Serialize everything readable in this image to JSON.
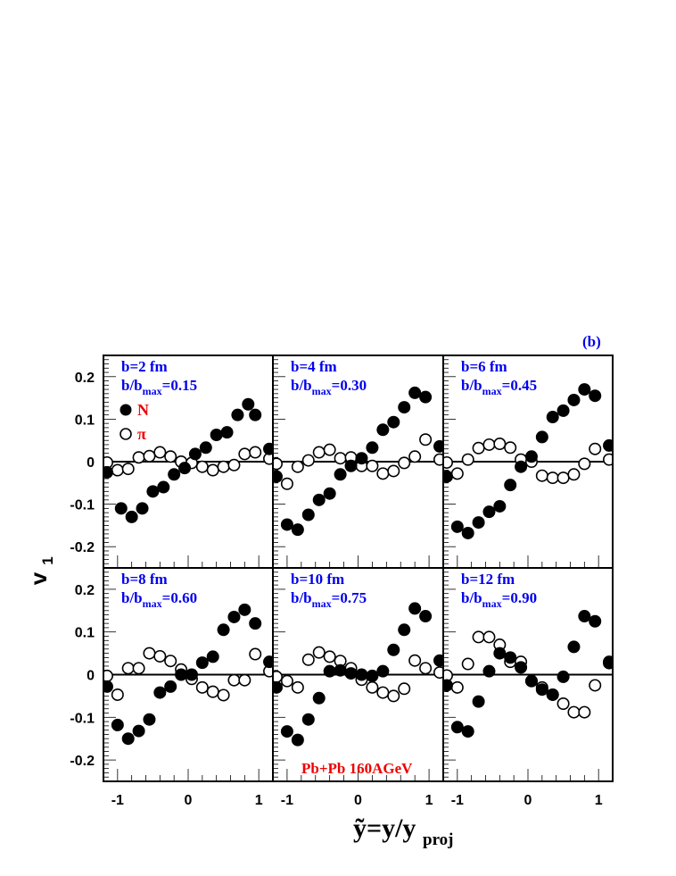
{
  "figure": {
    "panel_tag": "(b)",
    "ylabel": "v",
    "ylabel_sub": "1",
    "xlabel_main": "ỹ=y/y",
    "xlabel_sub": "proj",
    "system_label": "Pb+Pb 160AGeV",
    "legend": [
      {
        "marker": "filled-circle",
        "label": "N"
      },
      {
        "marker": "open-circle",
        "label": "π"
      }
    ],
    "colors": {
      "panel_text": "#0000ee",
      "legend_text": "#ee0000",
      "system_text": "#ee0000",
      "markers": "#000000"
    }
  },
  "chart_data": {
    "type": "scatter",
    "title": "",
    "xlabel": "ỹ = y/y_proj",
    "ylabel": "v_1",
    "xlim": [
      -1.2,
      1.2
    ],
    "ylim": [
      -0.25,
      0.25
    ],
    "x_ticks": [
      -1,
      0,
      1
    ],
    "y_ticks": [
      -0.2,
      -0.1,
      0,
      0.1,
      0.2
    ],
    "grid": false,
    "zero_line": true,
    "layout": "2x3 panels, shared axes",
    "annotations": [
      "(b)",
      "Pb+Pb 160AGeV"
    ],
    "panels": [
      {
        "label": "b=2 fm",
        "ratio_label": "b/b",
        "ratio_sub": "max",
        "ratio_value": "=0.15",
        "series": [
          {
            "name": "N",
            "marker": "filled",
            "x": [
              -1.15,
              -0.95,
              -0.8,
              -0.65,
              -0.5,
              -0.35,
              -0.2,
              -0.05,
              0.1,
              0.25,
              0.4,
              0.55,
              0.7,
              0.85,
              0.95,
              1.15
            ],
            "y": [
              -0.025,
              -0.11,
              -0.13,
              -0.11,
              -0.07,
              -0.06,
              -0.03,
              -0.015,
              0.018,
              0.033,
              0.063,
              0.069,
              0.11,
              0.135,
              0.11,
              0.03
            ]
          },
          {
            "name": "π",
            "marker": "open",
            "x": [
              -1.15,
              -1.0,
              -0.85,
              -0.7,
              -0.55,
              -0.4,
              -0.25,
              -0.1,
              0.05,
              0.2,
              0.35,
              0.5,
              0.65,
              0.8,
              0.95,
              1.15
            ],
            "y": [
              -0.002,
              -0.02,
              -0.017,
              0.01,
              0.013,
              0.022,
              0.012,
              0.0,
              -0.003,
              -0.012,
              -0.02,
              -0.012,
              -0.008,
              0.018,
              0.022,
              0.007
            ]
          }
        ]
      },
      {
        "label": "b=4 fm",
        "ratio_label": "b/b",
        "ratio_sub": "max",
        "ratio_value": "=0.30",
        "series": [
          {
            "name": "N",
            "marker": "filled",
            "x": [
              -1.15,
              -1.0,
              -0.85,
              -0.7,
              -0.55,
              -0.4,
              -0.25,
              -0.1,
              0.05,
              0.2,
              0.35,
              0.5,
              0.65,
              0.8,
              0.95,
              1.15
            ],
            "y": [
              -0.035,
              -0.148,
              -0.16,
              -0.125,
              -0.09,
              -0.075,
              -0.03,
              -0.01,
              0.008,
              0.033,
              0.075,
              0.093,
              0.128,
              0.162,
              0.152,
              0.036
            ]
          },
          {
            "name": "π",
            "marker": "open",
            "x": [
              -1.15,
              -1.0,
              -0.85,
              -0.7,
              -0.55,
              -0.4,
              -0.25,
              -0.1,
              0.05,
              0.2,
              0.35,
              0.5,
              0.65,
              0.8,
              0.95,
              1.15
            ],
            "y": [
              -0.005,
              -0.052,
              -0.012,
              0.003,
              0.022,
              0.028,
              0.008,
              0.01,
              -0.01,
              -0.01,
              -0.028,
              -0.022,
              -0.003,
              0.012,
              0.052,
              0.005
            ]
          }
        ]
      },
      {
        "label": "b=6 fm",
        "ratio_label": "b/b",
        "ratio_sub": "max",
        "ratio_value": "=0.45",
        "series": [
          {
            "name": "N",
            "marker": "filled",
            "x": [
              -1.15,
              -1.0,
              -0.85,
              -0.7,
              -0.55,
              -0.4,
              -0.25,
              -0.1,
              0.05,
              0.2,
              0.35,
              0.5,
              0.65,
              0.8,
              0.95,
              1.15
            ],
            "y": [
              -0.035,
              -0.153,
              -0.168,
              -0.143,
              -0.118,
              -0.105,
              -0.055,
              -0.012,
              0.012,
              0.058,
              0.105,
              0.12,
              0.145,
              0.17,
              0.155,
              0.038
            ]
          },
          {
            "name": "π",
            "marker": "open",
            "x": [
              -1.15,
              -1.0,
              -0.85,
              -0.7,
              -0.55,
              -0.4,
              -0.25,
              -0.1,
              0.05,
              0.2,
              0.35,
              0.5,
              0.65,
              0.8,
              0.95,
              1.15
            ],
            "y": [
              -0.002,
              -0.028,
              0.005,
              0.032,
              0.04,
              0.042,
              0.033,
              0.005,
              0.0,
              -0.033,
              -0.038,
              -0.038,
              -0.03,
              -0.005,
              0.03,
              0.005
            ]
          }
        ]
      },
      {
        "label": "b=8 fm",
        "ratio_label": "b/b",
        "ratio_sub": "max",
        "ratio_value": "=0.60",
        "series": [
          {
            "name": "N",
            "marker": "filled",
            "x": [
              -1.15,
              -1.0,
              -0.85,
              -0.7,
              -0.55,
              -0.4,
              -0.25,
              -0.1,
              0.05,
              0.2,
              0.35,
              0.5,
              0.65,
              0.8,
              0.95,
              1.15
            ],
            "y": [
              -0.028,
              -0.118,
              -0.15,
              -0.132,
              -0.105,
              -0.042,
              -0.028,
              0.0,
              0.0,
              0.028,
              0.042,
              0.105,
              0.135,
              0.152,
              0.12,
              0.03
            ]
          },
          {
            "name": "π",
            "marker": "open",
            "x": [
              -1.15,
              -1.0,
              -0.85,
              -0.7,
              -0.55,
              -0.4,
              -0.25,
              -0.1,
              0.05,
              0.2,
              0.35,
              0.5,
              0.65,
              0.8,
              0.95,
              1.15
            ],
            "y": [
              -0.003,
              -0.047,
              0.015,
              0.015,
              0.05,
              0.043,
              0.032,
              0.012,
              -0.01,
              -0.03,
              -0.04,
              -0.048,
              -0.013,
              -0.013,
              0.048,
              0.008
            ]
          }
        ]
      },
      {
        "label": "b=10 fm",
        "ratio_label": "b/b",
        "ratio_sub": "max",
        "ratio_value": "=0.75",
        "series": [
          {
            "name": "N",
            "marker": "filled",
            "x": [
              -1.15,
              -1.0,
              -0.85,
              -0.7,
              -0.55,
              -0.4,
              -0.25,
              -0.1,
              0.05,
              0.2,
              0.35,
              0.5,
              0.65,
              0.8,
              0.95,
              1.15
            ],
            "y": [
              -0.03,
              -0.133,
              -0.153,
              -0.105,
              -0.055,
              0.008,
              0.01,
              0.003,
              0.0,
              -0.003,
              0.008,
              0.058,
              0.105,
              0.155,
              0.137,
              0.033
            ]
          },
          {
            "name": "π",
            "marker": "open",
            "x": [
              -1.15,
              -1.0,
              -0.85,
              -0.7,
              -0.55,
              -0.4,
              -0.25,
              -0.1,
              0.05,
              0.2,
              0.35,
              0.5,
              0.65,
              0.8,
              0.95,
              1.15
            ],
            "y": [
              -0.005,
              -0.015,
              -0.03,
              0.035,
              0.052,
              0.042,
              0.032,
              0.015,
              -0.012,
              -0.03,
              -0.042,
              -0.05,
              -0.033,
              0.033,
              0.015,
              0.005
            ]
          }
        ]
      },
      {
        "label": "b=12 fm",
        "ratio_label": "b/b",
        "ratio_sub": "max",
        "ratio_value": "=0.90",
        "series": [
          {
            "name": "N",
            "marker": "filled",
            "x": [
              -1.15,
              -1.0,
              -0.85,
              -0.7,
              -0.55,
              -0.4,
              -0.25,
              -0.1,
              0.05,
              0.2,
              0.35,
              0.5,
              0.65,
              0.8,
              0.95,
              1.15
            ],
            "y": [
              -0.025,
              -0.123,
              -0.133,
              -0.063,
              0.008,
              0.05,
              0.04,
              0.017,
              -0.015,
              -0.035,
              -0.047,
              -0.005,
              0.065,
              0.137,
              0.125,
              0.027
            ]
          },
          {
            "name": "π",
            "marker": "open",
            "x": [
              -1.15,
              -1.0,
              -0.85,
              -0.7,
              -0.55,
              -0.4,
              -0.25,
              -0.1,
              0.05,
              0.2,
              0.35,
              0.5,
              0.65,
              0.8,
              0.95,
              1.15
            ],
            "y": [
              -0.002,
              -0.03,
              0.025,
              0.088,
              0.088,
              0.07,
              0.03,
              0.03,
              -0.015,
              -0.03,
              -0.047,
              -0.068,
              -0.088,
              -0.088,
              -0.025,
              0.03
            ]
          }
        ]
      }
    ]
  }
}
